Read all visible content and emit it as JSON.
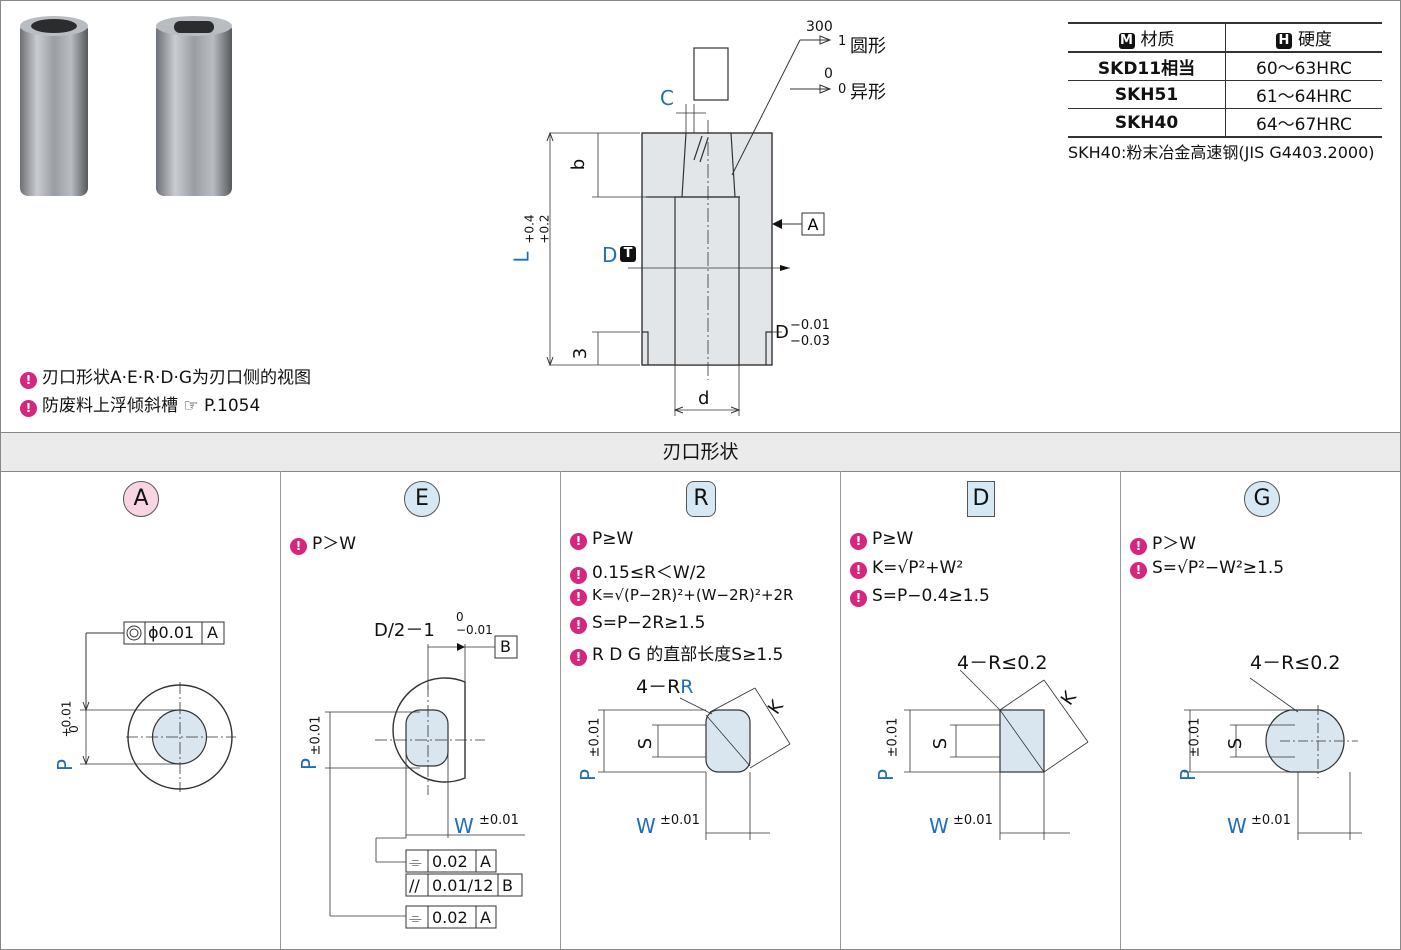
{
  "table": {
    "header_material_badge": "M",
    "header_material": "材质",
    "header_hardness_badge": "H",
    "header_hardness": "硬度",
    "rows": [
      {
        "material": "SKD11相当",
        "hardness": "60～63HRC"
      },
      {
        "material": "SKH51",
        "hardness": "61～64HRC"
      },
      {
        "material": "SKH40",
        "hardness": "64～67HRC"
      }
    ],
    "note": "SKH40:粉末冶金高速钢(JIS G4403.2000)"
  },
  "notes": [
    "刃口形状A·E·R·D·G为刃口侧的视图",
    "防废料上浮倾斜槽 ☞ P.1054"
  ],
  "main_drawing": {
    "roughness_round_top": "300",
    "roughness_round_bottom": "1",
    "roughness_round_label": "圆形",
    "roughness_odd_top": "0",
    "roughness_odd_bottom": "0",
    "roughness_odd_label": "异形",
    "dim_c": "C",
    "dim_b": "b",
    "dim_l": "L",
    "dim_l_tol_upper": "+0.4",
    "dim_l_tol_lower": "+0.2",
    "dim_d_cap": "D",
    "dim_d_badge": "T",
    "datum_a": "A",
    "dim_d_tol_upper": "−0.01",
    "dim_d_tol_lower": "−0.03",
    "dim_3": "3",
    "dim_d_small": "d"
  },
  "section_title": "刃口形状",
  "shapes": [
    {
      "badge": "A",
      "conditions": [],
      "tolerance_frame": {
        "symbol": "◎",
        "value": "ϕ0.01",
        "datum": "A"
      },
      "dim_p": "P",
      "dim_p_tol_upper": "+0.01",
      "dim_p_tol_lower": "0"
    },
    {
      "badge": "E",
      "conditions": [
        "P＞W"
      ],
      "dim_top": "D/2－1",
      "dim_top_tol_upper": "0",
      "dim_top_tol_lower": "−0.01",
      "datum_b": "B",
      "dim_p": "P",
      "dim_p_tol": "±0.01",
      "dim_w": "W",
      "dim_w_tol": "±0.01",
      "frames": [
        {
          "symbol": "⌯",
          "value": "0.02",
          "datum": "A"
        },
        {
          "symbol": "//",
          "value": "0.01/12",
          "datum": "B"
        },
        {
          "symbol": "⌯",
          "value": "0.02",
          "datum": "A"
        }
      ]
    },
    {
      "badge": "R",
      "conditions": [
        "P≥W",
        "0.15≤R＜W/2",
        "K=√(P−2R)²+(W−2R)²+2R",
        "S=P−2R≥1.5",
        "R D G 的直部长度S≥1.5"
      ],
      "corner": "4－R",
      "dim_k": "K",
      "dim_s": "S",
      "dim_p": "P",
      "dim_p_tol": "±0.01",
      "dim_w": "W",
      "dim_w_tol": "±0.01"
    },
    {
      "badge": "D",
      "conditions": [
        "P≥W",
        "K=√P²+W²",
        "S=P−0.4≥1.5"
      ],
      "corner": "4－R≤0.2",
      "dim_k": "K",
      "dim_s": "S",
      "dim_p": "P",
      "dim_p_tol": "±0.01",
      "dim_w": "W",
      "dim_w_tol": "±0.01"
    },
    {
      "badge": "G",
      "conditions": [
        "P＞W",
        "S=√P²−W²≥1.5"
      ],
      "corner": "4－R≤0.2",
      "dim_s": "S",
      "dim_p": "P",
      "dim_p_tol": "±0.01",
      "dim_w": "W",
      "dim_w_tol": "±0.01"
    }
  ],
  "colors": {
    "accent_blue": "#1f6fb8",
    "part_fill": "#e3e6e9",
    "shape_fill": "#d9e6ef",
    "pink": "#d6267d",
    "section_bg": "#ebebeb"
  }
}
